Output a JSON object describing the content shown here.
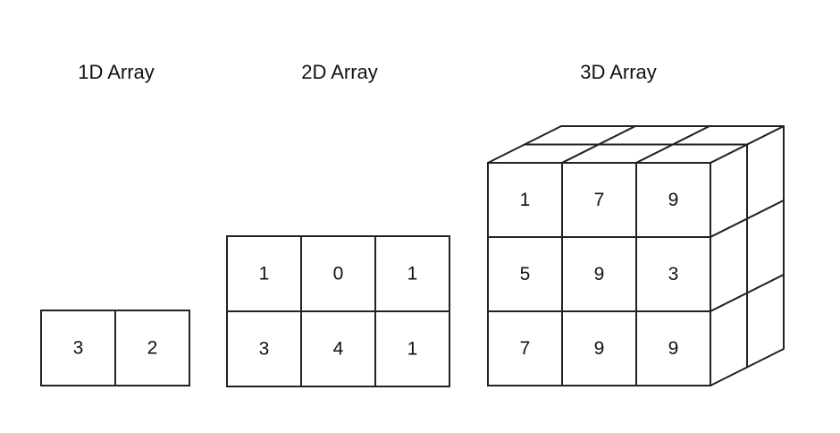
{
  "arrays": [
    {
      "title": "1D Array",
      "values": [
        [
          3,
          2
        ]
      ]
    },
    {
      "title": "2D Array",
      "values": [
        [
          1,
          0,
          1
        ],
        [
          3,
          4,
          1
        ]
      ]
    },
    {
      "title": "3D Array",
      "values": [
        [
          1,
          7,
          9
        ],
        [
          5,
          9,
          3
        ],
        [
          7,
          9,
          9
        ]
      ]
    }
  ],
  "colors": {
    "stroke": "#222222",
    "fill": "#ffffff",
    "text": "#111111"
  }
}
